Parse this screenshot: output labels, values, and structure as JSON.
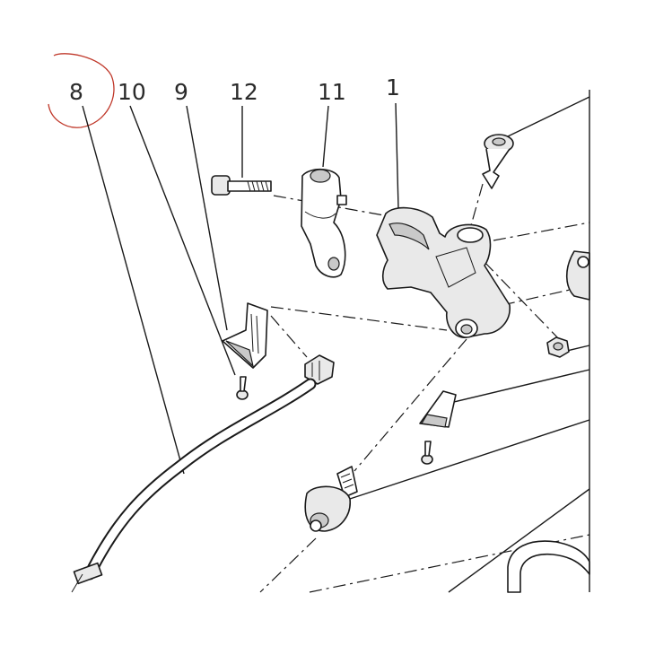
{
  "callouts": [
    {
      "id": "8",
      "label": "8",
      "highlighted": true
    },
    {
      "id": "10",
      "label": "10"
    },
    {
      "id": "9",
      "label": "9"
    },
    {
      "id": "12",
      "label": "12"
    },
    {
      "id": "11",
      "label": "11"
    },
    {
      "id": "1",
      "label": "1"
    }
  ],
  "colors": {
    "line": "#1a1a1a",
    "highlight_circle": "#c0392b",
    "background": "#ffffff"
  }
}
